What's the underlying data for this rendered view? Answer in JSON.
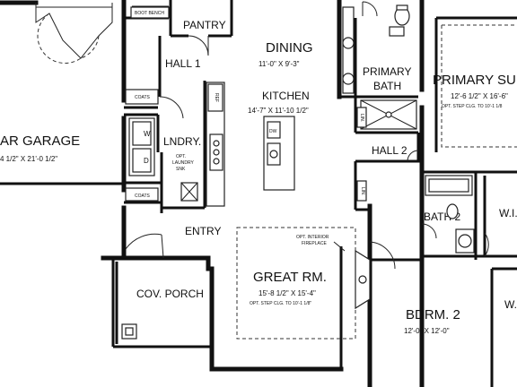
{
  "rooms": {
    "garage": {
      "name": "AR GARAGE",
      "size": "4 1/2\" X 21'-0 1/2\""
    },
    "pantry": {
      "name": "PANTRY"
    },
    "boot_bench": {
      "name": "BOOT BENCH"
    },
    "dining": {
      "name": "DINING",
      "size": "11'-0\" X 9'-3\""
    },
    "hall1": {
      "name": "HALL 1"
    },
    "kitchen": {
      "name": "KITCHEN",
      "size": "14'-7\" X 11'-10 1/2\""
    },
    "coats1": {
      "name": "COATS"
    },
    "coats2": {
      "name": "COATS"
    },
    "lndry": {
      "name": "LNDRY.",
      "note1": "OPT.",
      "note2": "LAUNDRY",
      "note3": "SNK"
    },
    "primary_bath": {
      "name1": "PRIMARY",
      "name2": "BATH"
    },
    "primary_suite": {
      "name": "PRIMARY SUI",
      "size": "12'-6 1/2\" X 16'-6\"",
      "note": "OPT. STEP CLG. TO 10'-1 1/8"
    },
    "hall2": {
      "name": "HALL 2"
    },
    "lin1": {
      "name": "LIN."
    },
    "lin2": {
      "name": "LIN."
    },
    "bath2": {
      "name": "BATH 2"
    },
    "wic1": {
      "name": "W.I.C"
    },
    "wic2": {
      "name": "W.I"
    },
    "entry": {
      "name": "ENTRY"
    },
    "cov_porch": {
      "name": "COV. PORCH"
    },
    "great_rm": {
      "name": "GREAT RM.",
      "size": "15'-8 1/2\" X 15'-4\"",
      "note": "OPT. STEP CLG. TO 10'-1 1/8\""
    },
    "fireplace": {
      "note1": "OPT. INTERIOR",
      "note2": "FIREPLACE"
    },
    "bdrm2": {
      "name": "BDRM. 2",
      "size": "12'-0\" X 12'-0\""
    }
  },
  "fixtures": {
    "refrigerator": "REF",
    "dishwasher": "DW"
  }
}
